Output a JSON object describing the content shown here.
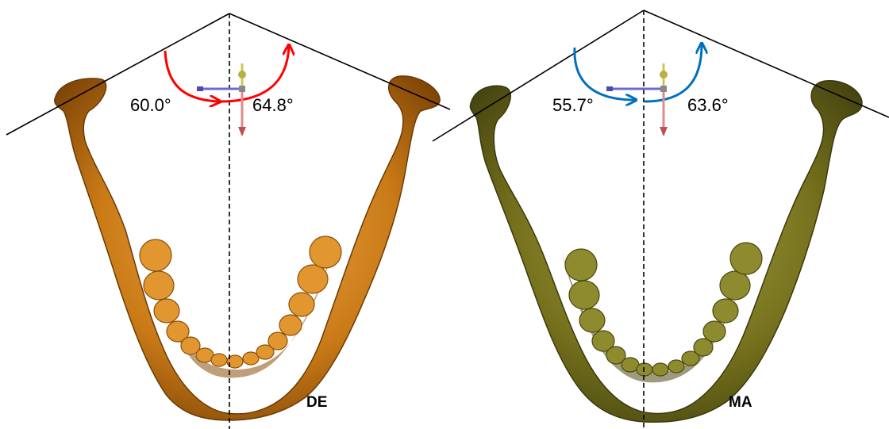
{
  "panels": [
    {
      "id": "DE",
      "label": "DE",
      "left_angle": "60.0°",
      "right_angle": "64.8°",
      "arc_color": "#ff0000",
      "bone_color": "#c97a16",
      "bone_highlight": "#f0a94a",
      "bone_shadow": "#7a4206"
    },
    {
      "id": "MA",
      "label": "MA",
      "left_angle": "55.7°",
      "right_angle": "63.6°",
      "arc_color": "#0070c0",
      "bone_color": "#74701c",
      "bone_highlight": "#a7a445",
      "bone_shadow": "#444210"
    }
  ],
  "colors": {
    "axis_x": "#6b6bcf",
    "axis_y": "#e08a8a",
    "axis_z": "#c8c85a",
    "lines": "#000000"
  }
}
